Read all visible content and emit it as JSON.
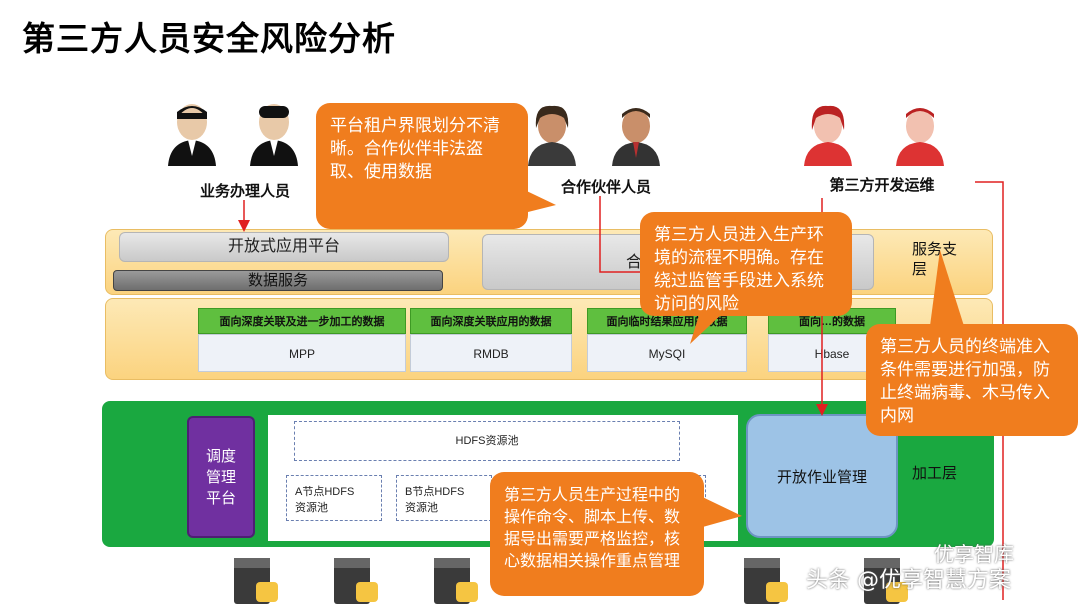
{
  "title": "第三方人员安全风险分析",
  "people": {
    "business": "业务办理人员",
    "partner": "合作伙伴人员",
    "third_party": "第三方开发运维"
  },
  "service_layer": {
    "open_platform": "开放式应用平台",
    "data_service": "数据服务",
    "partner_box": "合",
    "label": "服务支\n层"
  },
  "db_layer": {
    "columns": [
      {
        "head": "面向深度关联及进一步加工的数据",
        "body": "MPP"
      },
      {
        "head": "面向深度关联应用的数据",
        "body": "RMDB"
      },
      {
        "head": "面向临时结果应用的数据",
        "body": "MySQI"
      },
      {
        "head": "面向…的数据",
        "body": "Hbase"
      }
    ]
  },
  "process_layer": {
    "scheduler": "调度\n管理\n平台",
    "hdfs_pool": "HDFS资源池",
    "node_a": "A节点HDFS\n资源池",
    "node_b": "B节点HDFS\n资源池",
    "open_job": "开放作业管理",
    "label": "加工层"
  },
  "callouts": {
    "c1": "平台租户界限划分不清晰。合作伙伴非法盗取、使用数据",
    "c2": "第三方人员进入生产环境的流程不明确。存在绕过监管手段进入系统访问的风险",
    "c3": "第三方人员的终端准入条件需要进行加强，防止终端病毒、木马传入内网",
    "c4": "第三方人员生产过程中的操作命令、脚本上传、数据导出需要严格监控，核心数据相关操作重点管理"
  },
  "watermark": {
    "line1": "优享智库",
    "line2": "头条 @优享智慧方案"
  },
  "colors": {
    "callout": "#f07d1e",
    "green_layer": "#1aa840",
    "yellow_layer": "#fbd37f",
    "purple": "#7030a0",
    "arrow_red": "#e02020"
  }
}
